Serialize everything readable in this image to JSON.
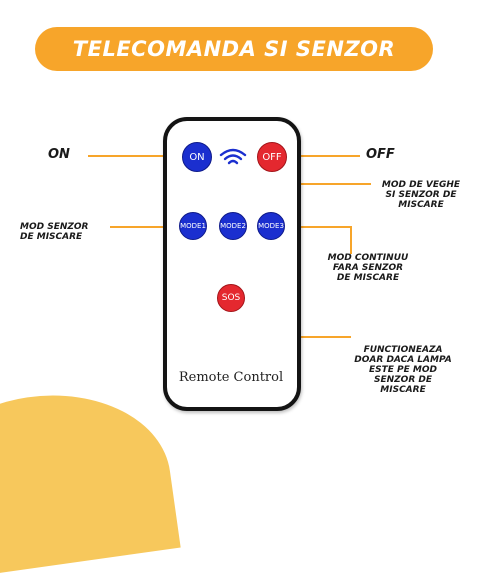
{
  "banner": {
    "title": "TELECOMANDA SI SENZOR"
  },
  "remote": {
    "buttons": {
      "on": "ON",
      "off": "OFF",
      "mode1": "MODE1",
      "mode2": "MODE2",
      "mode3": "MODE3",
      "sos": "SOS"
    },
    "brand_label": "Remote Control"
  },
  "callouts": {
    "on": "ON",
    "off": "OFF",
    "mode1": [
      "MOD SENZOR",
      "DE MISCARE"
    ],
    "mode2": [
      "MOD DE VEGHE",
      "SI SENZOR DE",
      "MISCARE"
    ],
    "mode3": [
      "MOD CONTINUU",
      "FARA SENZOR",
      "DE MISCARE"
    ],
    "sos": [
      "FUNCTIONEAZA",
      "DOAR DACA LAMPA",
      "ESTE PE MOD",
      "SENZOR DE",
      "MISCARE"
    ]
  },
  "colors": {
    "accent": "#f7a52a",
    "button_blue": "#1b2fcf",
    "button_red": "#e4282f",
    "remote_body": "#ffffff",
    "remote_border": "#141414"
  },
  "icons": {
    "signal": "wifi-signal-icon"
  }
}
